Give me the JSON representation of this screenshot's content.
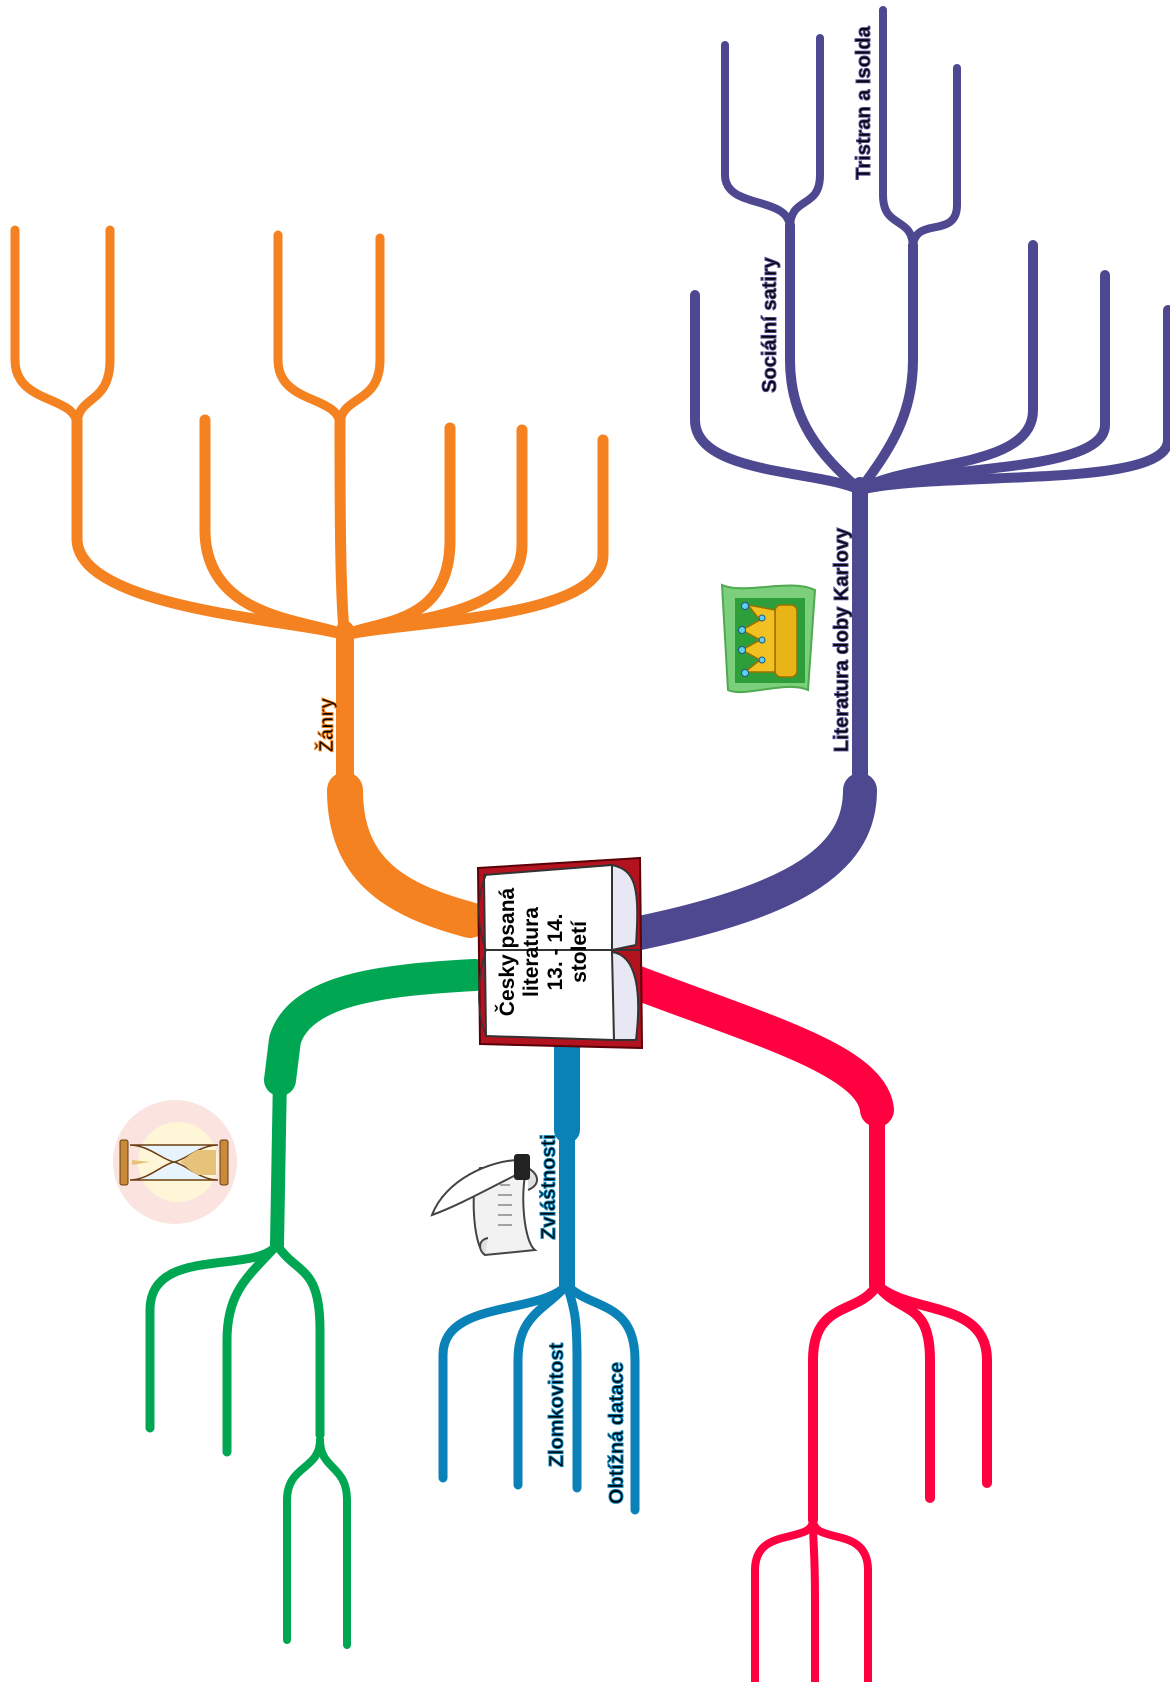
{
  "colors": {
    "orange": "#f58220",
    "purple": "#4e4891",
    "green": "#00a651",
    "blue": "#0a82b8",
    "red": "#ff0040",
    "book_cover": "#b3121f"
  },
  "center": {
    "line1": "Česky psaná",
    "line2": "literatura",
    "line3": "13. - 14.",
    "line4": "století"
  },
  "branches": {
    "orange": {
      "label": "Žánry"
    },
    "purple": {
      "label": "Literatura doby Karlovy",
      "sub1": "Sociální satiry",
      "sub2": "Tristran a Isolda"
    },
    "blue": {
      "label": "Zvláštnosti",
      "sub1": "Zlomkovitost",
      "sub2": "Obtížná datace"
    }
  },
  "icons": [
    "crown-icon",
    "hourglass-icon",
    "quill-scroll-icon",
    "open-book-icon"
  ]
}
